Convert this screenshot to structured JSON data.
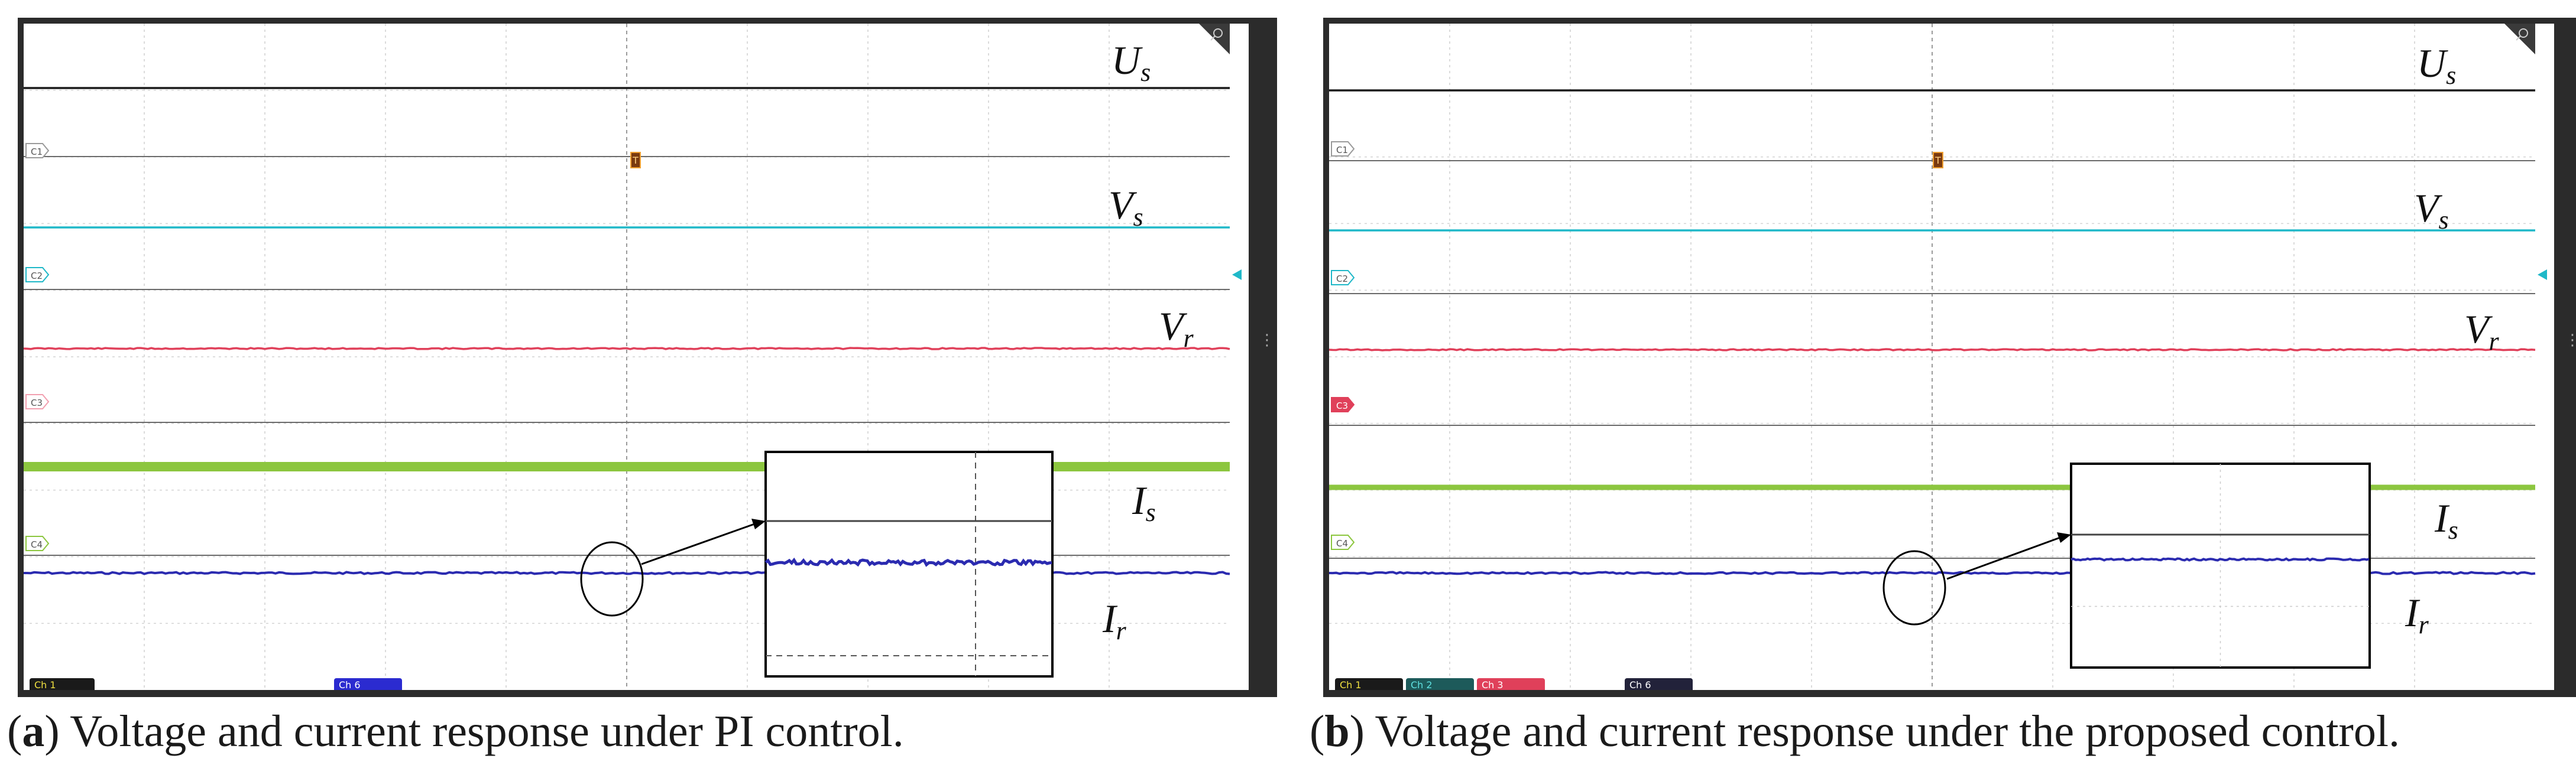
{
  "panels": [
    {
      "id": "a",
      "caption_letter": "a",
      "caption_text": "Voltage and current response under PI control.",
      "signals": [
        {
          "label_base": "U",
          "label_sub": "s",
          "color": "#1a1a1a"
        },
        {
          "label_base": "V",
          "label_sub": "s",
          "color": "#1fb8c8"
        },
        {
          "label_base": "V",
          "label_sub": "r",
          "color": "#e0405a"
        },
        {
          "label_base": "I",
          "label_sub": "s",
          "color": "#8cc63f"
        },
        {
          "label_base": "I",
          "label_sub": "r",
          "color": "#2b2bb0"
        }
      ],
      "channel_markers": [
        "C1",
        "C2",
        "C3",
        "C4"
      ],
      "trigger_marker": "T",
      "bottom_badges": [
        {
          "label": "Ch 1",
          "color": "#1a1a1a",
          "text_color": "#f0e040"
        },
        {
          "label": "Ch 6",
          "color": "#2b2bd0",
          "text_color": "#ffffff"
        }
      ]
    },
    {
      "id": "b",
      "caption_letter": "b",
      "caption_text": "Voltage and current response under the proposed control.",
      "signals": [
        {
          "label_base": "U",
          "label_sub": "s",
          "color": "#1a1a1a"
        },
        {
          "label_base": "V",
          "label_sub": "s",
          "color": "#1fb8c8"
        },
        {
          "label_base": "V",
          "label_sub": "r",
          "color": "#e0405a"
        },
        {
          "label_base": "I",
          "label_sub": "s",
          "color": "#8cc63f"
        },
        {
          "label_base": "I",
          "label_sub": "r",
          "color": "#2b2bb0"
        }
      ],
      "channel_markers": [
        "C1",
        "C2",
        "C3",
        "C4"
      ],
      "trigger_marker": "T",
      "bottom_badges": [
        {
          "label": "Ch 1",
          "color": "#1a1a1a",
          "text_color": "#f0e040"
        },
        {
          "label": "Ch 2",
          "color": "#1d5a5a",
          "text_color": "#5fe0e0"
        },
        {
          "label": "Ch 3",
          "color": "#e0405a",
          "text_color": "#ffffff"
        },
        {
          "label": "Ch 6",
          "color": "#22223a",
          "text_color": "#ffffff"
        }
      ]
    }
  ]
}
